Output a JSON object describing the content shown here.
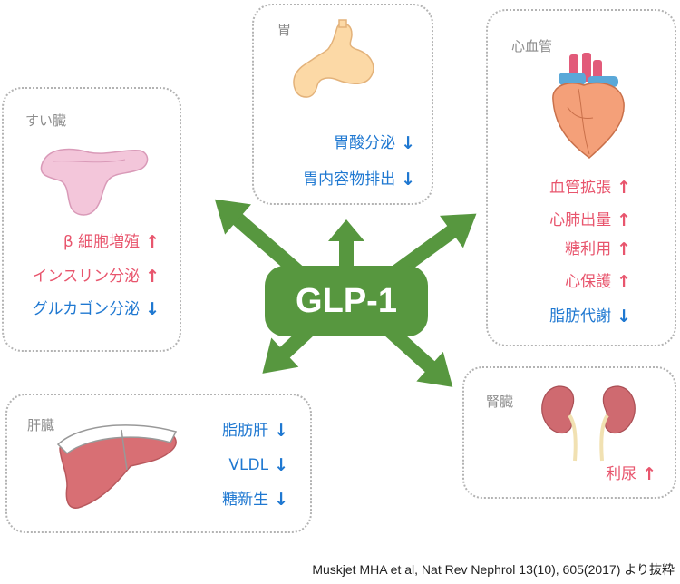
{
  "center": {
    "label": "GLP-1",
    "color": "#57973f"
  },
  "colors": {
    "up": "#e8556d",
    "down": "#1f78d1",
    "border": "#b3b3b3",
    "title": "#8c8c8c"
  },
  "arrows": {
    "up": "↑",
    "down": "↓"
  },
  "organs": {
    "stomach": {
      "title": "胃",
      "icon": "stomach-icon",
      "effects": [
        {
          "text": "胃酸分泌",
          "dir": "down"
        },
        {
          "text": "胃内容物排出",
          "dir": "down"
        }
      ]
    },
    "pancreas": {
      "title": "すい臓",
      "icon": "pancreas-icon",
      "effects": [
        {
          "text": "β 細胞増殖",
          "dir": "up"
        },
        {
          "text": "インスリン分泌",
          "dir": "up"
        },
        {
          "text": "グルカゴン分泌",
          "dir": "down"
        }
      ]
    },
    "heart": {
      "title": "心血管",
      "icon": "heart-icon",
      "effects": [
        {
          "text": "血管拡張",
          "dir": "up"
        },
        {
          "text": "心肺出量",
          "dir": "up"
        },
        {
          "text": "糖利用",
          "dir": "up"
        },
        {
          "text": "心保護",
          "dir": "up"
        },
        {
          "text": "脂肪代謝",
          "dir": "down"
        }
      ]
    },
    "liver": {
      "title": "肝臓",
      "icon": "liver-icon",
      "effects": [
        {
          "text": "脂肪肝",
          "dir": "down"
        },
        {
          "text": "VLDL",
          "dir": "down"
        },
        {
          "text": "糖新生",
          "dir": "down"
        }
      ]
    },
    "kidney": {
      "title": "腎臓",
      "icon": "kidney-icon",
      "effects": [
        {
          "text": "利尿",
          "dir": "up"
        }
      ]
    }
  },
  "citation": "Muskjet MHA et al, Nat Rev Nephrol 13(10), 605(2017) より抜粋"
}
